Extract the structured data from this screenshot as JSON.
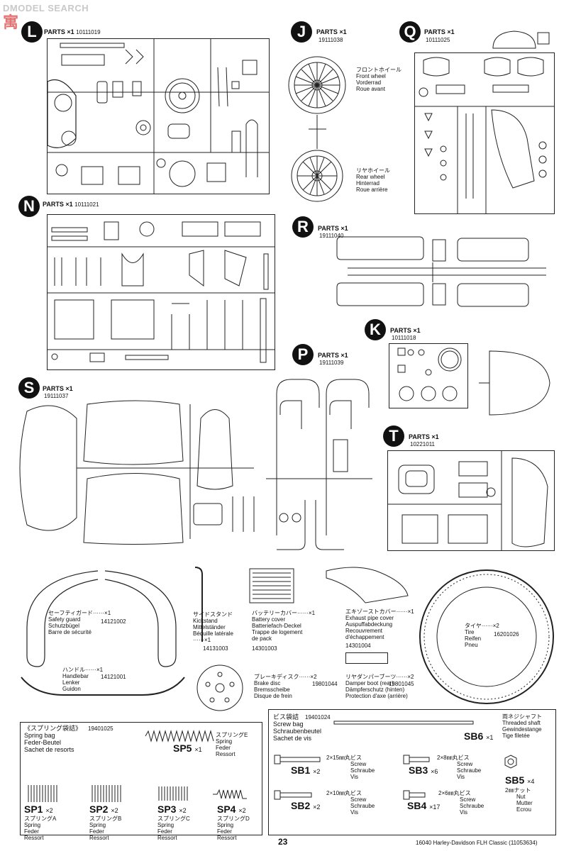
{
  "watermark": {
    "top": "DMODEL SEARCH",
    "cn": "寓"
  },
  "sections": {
    "L": {
      "letter": "L",
      "parts": "PARTS ×1",
      "code": "10111019"
    },
    "J": {
      "letter": "J",
      "parts": "PARTS ×1",
      "code": "19111038"
    },
    "Q": {
      "letter": "Q",
      "parts": "PARTS ×1",
      "code": "10111025"
    },
    "N": {
      "letter": "N",
      "parts": "PARTS ×1",
      "code": "10111021"
    },
    "R": {
      "letter": "R",
      "parts": "PARTS ×1",
      "code": "19111040"
    },
    "K": {
      "letter": "K",
      "parts": "PARTS ×1",
      "code": "10111018"
    },
    "P": {
      "letter": "P",
      "parts": "PARTS ×1",
      "code": "19111039"
    },
    "S": {
      "letter": "S",
      "parts": "PARTS ×1",
      "code": "19111037"
    },
    "T": {
      "letter": "T",
      "parts": "PARTS ×1",
      "code": "10221011"
    }
  },
  "wheels": {
    "front": [
      "フロントホイール",
      "Front wheel",
      "Vorderrad",
      "Roue avant"
    ],
    "rear": [
      "リヤホイール",
      "Rear wheel",
      "Hinterrad",
      "Roue arrière"
    ]
  },
  "items": {
    "guard": {
      "lines": [
        "セーフティガード······×1",
        "Safety guard",
        "Schutzbügel",
        "Barre de sécurité"
      ],
      "code": "14121002"
    },
    "kick": {
      "lines": [
        "サイドスタンド",
        "Kickstand",
        "Mittelständer",
        "Béquille latérale",
        "······×1"
      ],
      "code": "14131003"
    },
    "battery": {
      "lines": [
        "バッテリーカバー······×1",
        "Battery cover",
        "Batteriefach-Deckel",
        "Trappe de logement",
        "de pack"
      ],
      "code": "14301003"
    },
    "exhaust": {
      "lines": [
        "エキゾーストカバー······×1",
        "Exhaust pipe cover",
        "Auspuffabdeckung",
        "Recouvrement",
        "d'échappement"
      ],
      "code": "14301004"
    },
    "tire": {
      "lines": [
        "タイヤ······×2",
        "Tire",
        "Reifen",
        "Pneu"
      ],
      "code": "16201026"
    },
    "handle": {
      "lines": [
        "ハンドル······×1",
        "Handlebar",
        "Lenker",
        "Guidon"
      ],
      "code": "14121001"
    },
    "disc": {
      "lines": [
        "ブレーキディスク······×2",
        "Brake disc",
        "Bremsscheibe",
        "Disque de frein"
      ],
      "code": "19801044"
    },
    "boot": {
      "lines": [
        "リヤダンパーブーツ······×2",
        "Damper boot (rear)",
        "Dämpferschutz (hinten)",
        "Protection d'axe (arrière)"
      ],
      "code": "19801045"
    }
  },
  "springs": {
    "header": [
      "《スプリング袋詰》",
      "Spring bag",
      "Feder-Beutel",
      "Sachet de resorts"
    ],
    "code": "19401025",
    "sp5": {
      "name": "SP5",
      "count": "×1",
      "lines": [
        "スプリングE",
        "Spring",
        "Feder",
        "Ressort"
      ]
    },
    "sp1": {
      "name": "SP1",
      "count": "×2",
      "lines": [
        "スプリングA",
        "Spring",
        "Feder",
        "Ressort"
      ]
    },
    "sp2": {
      "name": "SP2",
      "count": "×2",
      "lines": [
        "スプリングB",
        "Spring",
        "Feder",
        "Ressort"
      ]
    },
    "sp3": {
      "name": "SP3",
      "count": "×2",
      "lines": [
        "スプリングC",
        "Spring",
        "Feder",
        "Ressort"
      ]
    },
    "sp4": {
      "name": "SP4",
      "count": "×2",
      "lines": [
        "スプリングD",
        "Spring",
        "Feder",
        "Ressort"
      ]
    }
  },
  "screws": {
    "header": [
      "ビス袋詰",
      "Screw bag",
      "Schraubenbeutel",
      "Sachet de vis"
    ],
    "code": "19401024",
    "sb6": {
      "name": "SB6",
      "count": "×1",
      "lines": [
        "両ネジシャフト",
        "Threaded shaft",
        "Gewindestange",
        "Tige filetée"
      ]
    },
    "sb1": {
      "name": "SB1",
      "count": "×2",
      "lines": [
        "2×15㎜丸ビス",
        "Screw",
        "Schraube",
        "Vis"
      ]
    },
    "sb3": {
      "name": "SB3",
      "count": "×6",
      "lines": [
        "2×8㎜丸ビス",
        "Screw",
        "Schraube",
        "Vis"
      ]
    },
    "sb5": {
      "name": "SB5",
      "count": "×4",
      "lines": [
        "2㎜ナット",
        "Nut",
        "Mutter",
        "Ecrou"
      ]
    },
    "sb2": {
      "name": "SB2",
      "count": "×2",
      "lines": [
        "2×10㎜丸ビス",
        "Screw",
        "Schraube",
        "Vis"
      ]
    },
    "sb4": {
      "name": "SB4",
      "count": "×17",
      "lines": [
        "2×6㎜丸ビス",
        "Screw",
        "Schraube",
        "Vis"
      ]
    }
  },
  "footer": {
    "page": "23",
    "product": "16040 Harley-Davidson FLH Classic (11053634)"
  }
}
